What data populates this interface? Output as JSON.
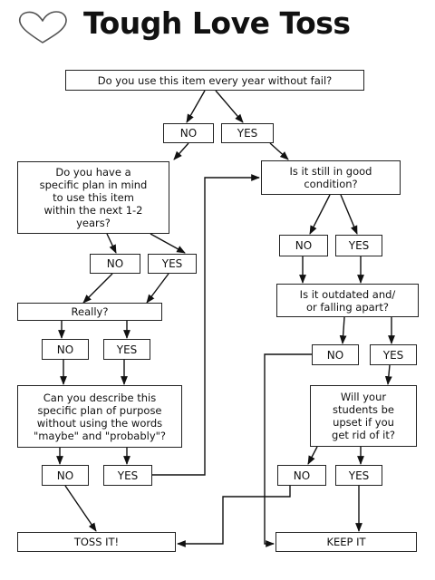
{
  "title": "Tough Love Toss",
  "icons": {
    "heart": "heart-outline-icon"
  },
  "nodes": {
    "q_every_year": "Do you use this item every year without fail?",
    "q1_no": "NO",
    "q1_yes": "YES",
    "q_specific_plan": "Do you have a\nspecific plan in mind\nto use this item\nwithin the next 1-2\nyears?",
    "q2_no": "NO",
    "q2_yes": "YES",
    "really": "Really?",
    "really_no": "NO",
    "really_yes": "YES",
    "q_describe": "Can you describe this\nspecific plan of purpose\nwithout using the words\n\"maybe\" and \"probably\"?",
    "q_describe_no": "NO",
    "q_describe_yes": "YES",
    "toss_it": "TOSS IT!",
    "q_good_condition": "Is it still in good\ncondition?",
    "q_cond_no": "NO",
    "q_cond_yes": "YES",
    "q_outdated": "Is it outdated and/\nor falling apart?",
    "q_out_no": "NO",
    "q_out_yes": "YES",
    "q_students": "Will your\nstudents be\nupset if you\nget rid of it?",
    "q_stud_no": "NO",
    "q_stud_yes": "YES",
    "keep_it": "KEEP IT"
  }
}
